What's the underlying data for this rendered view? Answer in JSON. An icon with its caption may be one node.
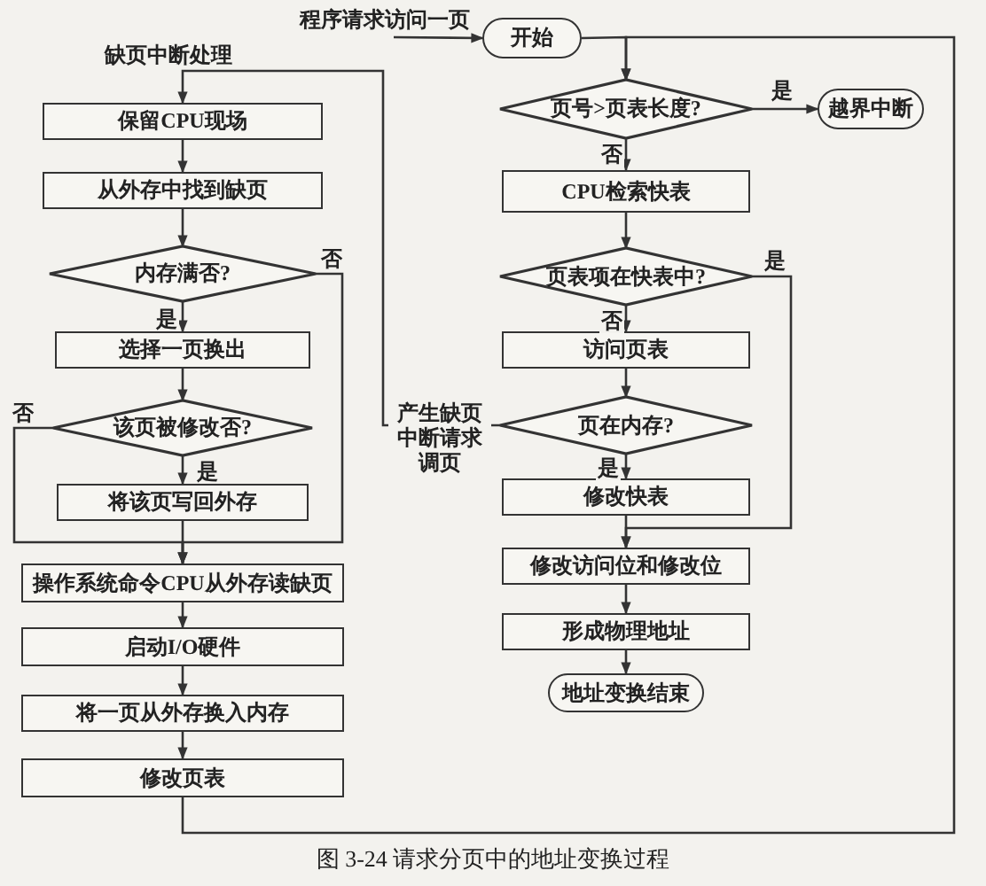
{
  "diagram": {
    "caption": "图 3-24 请求分页中的地址变换过程",
    "nodes": [
      {
        "text": [
          "开始"
        ]
      },
      {
        "text": [
          "页号>页表长度?"
        ]
      },
      {
        "text": [
          "越界中断"
        ]
      },
      {
        "text": [
          "CPU检索快表"
        ]
      },
      {
        "text": [
          "页表项在快表中?"
        ]
      },
      {
        "text": [
          "访问页表"
        ]
      },
      {
        "text": [
          "页在内存?"
        ]
      },
      {
        "text": [
          "修改快表"
        ]
      },
      {
        "text": [
          "修改访问位和修改位"
        ]
      },
      {
        "text": [
          "形成物理地址"
        ]
      },
      {
        "text": [
          "地址变换结束"
        ]
      },
      {
        "text": [
          "保留CPU现场"
        ]
      },
      {
        "text": [
          "从外存中找到缺页"
        ]
      },
      {
        "text": [
          "内存满否?"
        ]
      },
      {
        "text": [
          "选择一页换出"
        ]
      },
      {
        "text": [
          "该页被修改否?"
        ]
      },
      {
        "text": [
          "将该页写回外存"
        ]
      },
      {
        "text": [
          "操作系统命令CPU从外存读缺页"
        ]
      },
      {
        "text": [
          "启动I/O硬件"
        ]
      },
      {
        "text": [
          "将一页从外存换入内存"
        ]
      },
      {
        "text": [
          "修改页表"
        ]
      }
    ],
    "edges": [
      {
        "from": null,
        "to": 0,
        "arrow": "to",
        "label": "程序请求访问一页"
      },
      {
        "from": 0,
        "to": 1,
        "arrow": "to"
      },
      {
        "from": 1,
        "to": 2,
        "arrow": "to",
        "label": "是"
      },
      {
        "from": 1,
        "to": 3,
        "arrow": "to",
        "label": "否"
      },
      {
        "from": 3,
        "to": 4,
        "arrow": "to"
      },
      {
        "from": 4,
        "to": 5,
        "arrow": "to",
        "label": "否"
      },
      {
        "from": 4,
        "to": 8,
        "arrow": "to",
        "label": "是"
      },
      {
        "from": 5,
        "to": 6,
        "arrow": "to"
      },
      {
        "from": 6,
        "to": 7,
        "arrow": "to",
        "label": "是"
      },
      {
        "from": 6,
        "to": 11,
        "arrow": "to",
        "label": "产生缺页中断请求调页"
      },
      {
        "from": 7,
        "to": 8,
        "arrow": "to"
      },
      {
        "from": 8,
        "to": 9,
        "arrow": "to"
      },
      {
        "from": 9,
        "to": 10,
        "arrow": "to"
      },
      {
        "from": 11,
        "to": 12,
        "arrow": "to"
      },
      {
        "from": 12,
        "to": 13,
        "arrow": "to"
      },
      {
        "from": 13,
        "to": 14,
        "arrow": "to",
        "label": "是"
      },
      {
        "from": 13,
        "to": 17,
        "arrow": "to",
        "label": "否"
      },
      {
        "from": 14,
        "to": 15,
        "arrow": "to"
      },
      {
        "from": 15,
        "to": 16,
        "arrow": "to",
        "label": "是"
      },
      {
        "from": 15,
        "to": 17,
        "arrow": "to",
        "label": "否"
      },
      {
        "from": 16,
        "to": 17,
        "arrow": "to"
      },
      {
        "from": 17,
        "to": 18,
        "arrow": "to"
      },
      {
        "from": 18,
        "to": 19,
        "arrow": "to"
      },
      {
        "from": 19,
        "to": 20,
        "arrow": "to"
      },
      {
        "from": 20,
        "to": 1,
        "arrow": "to"
      }
    ],
    "labels": [
      "缺页中断处理"
    ]
  }
}
